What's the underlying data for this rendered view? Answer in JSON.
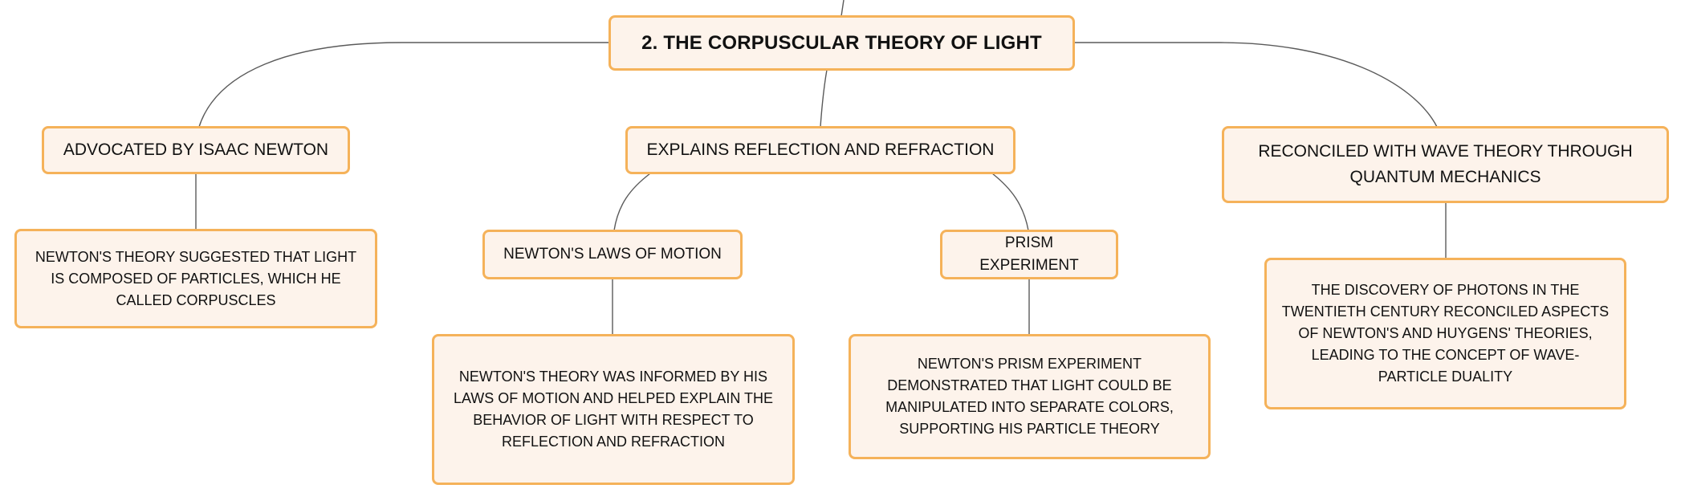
{
  "root": {
    "label": "2. THE CORPUSCULAR THEORY OF LIGHT"
  },
  "branches": [
    {
      "label": "ADVOCATED BY ISAAC NEWTON",
      "detail": "NEWTON'S THEORY SUGGESTED THAT LIGHT IS COMPOSED OF PARTICLES, WHICH HE CALLED CORPUSCLES"
    },
    {
      "label": "EXPLAINS REFLECTION AND REFRACTION",
      "children": [
        {
          "label": "NEWTON'S LAWS OF MOTION",
          "detail": "NEWTON'S THEORY WAS INFORMED BY HIS LAWS OF MOTION AND HELPED EXPLAIN THE BEHAVIOR OF LIGHT WITH RESPECT TO REFLECTION AND REFRACTION"
        },
        {
          "label": "PRISM EXPERIMENT",
          "detail": "NEWTON'S PRISM EXPERIMENT DEMONSTRATED THAT LIGHT COULD BE MANIPULATED INTO SEPARATE COLORS, SUPPORTING HIS PARTICLE THEORY"
        }
      ]
    },
    {
      "label": "RECONCILED WITH WAVE THEORY THROUGH QUANTUM MECHANICS",
      "detail": "THE DISCOVERY OF PHOTONS IN THE TWENTIETH CENTURY RECONCILED ASPECTS OF NEWTON'S AND HUYGENS' THEORIES, LEADING TO THE CONCEPT OF WAVE-PARTICLE DUALITY"
    }
  ],
  "colors": {
    "node_border": "#f5b25a",
    "node_fill": "#fdf3eb",
    "connector": "#5a5a5a",
    "text": "#111111"
  }
}
